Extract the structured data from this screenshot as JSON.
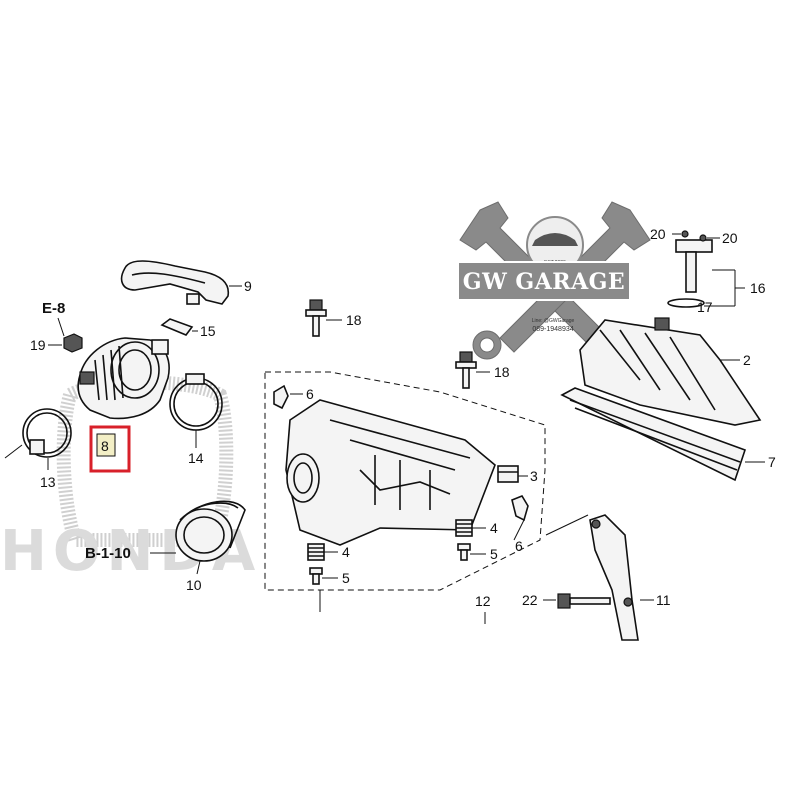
{
  "watermark": {
    "brand": "GW GARAGE",
    "est": "EST.2020",
    "line": "Line: @GWGarage",
    "phone": "089-1948934"
  },
  "background_text": "HONDA",
  "refs": {
    "e8": "E-8",
    "b110": "B-1-10"
  },
  "callouts": {
    "c2": "2",
    "c3": "3",
    "c4a": "4",
    "c4b": "4",
    "c5a": "5",
    "c5b": "5",
    "c6a": "6",
    "c6b": "6",
    "c7": "7",
    "c8": "8",
    "c9": "9",
    "c10": "10",
    "c11": "11",
    "c12": "12",
    "c13": "13",
    "c14": "14",
    "c15": "15",
    "c16": "16",
    "c17": "17",
    "c18a": "18",
    "c18b": "18",
    "c19": "19",
    "c20a": "20",
    "c20b": "20",
    "c22": "22"
  },
  "colors": {
    "highlight": "#d8202a",
    "highlight_fill": "#f3efc6",
    "watermark_grey": "#8a8a8a",
    "ink": "#111111"
  }
}
